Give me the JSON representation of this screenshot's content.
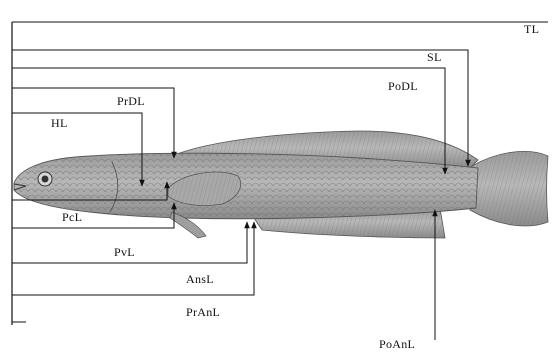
{
  "labels": {
    "tl": "TL",
    "sl": "SL",
    "podl": "PoDL",
    "prdl": "PrDL",
    "hl": "HL",
    "pcl": "PcL",
    "pvl": "PvL",
    "ansl": "AnsL",
    "pranl": "PrAnL",
    "poanl": "PoAnL"
  }
}
